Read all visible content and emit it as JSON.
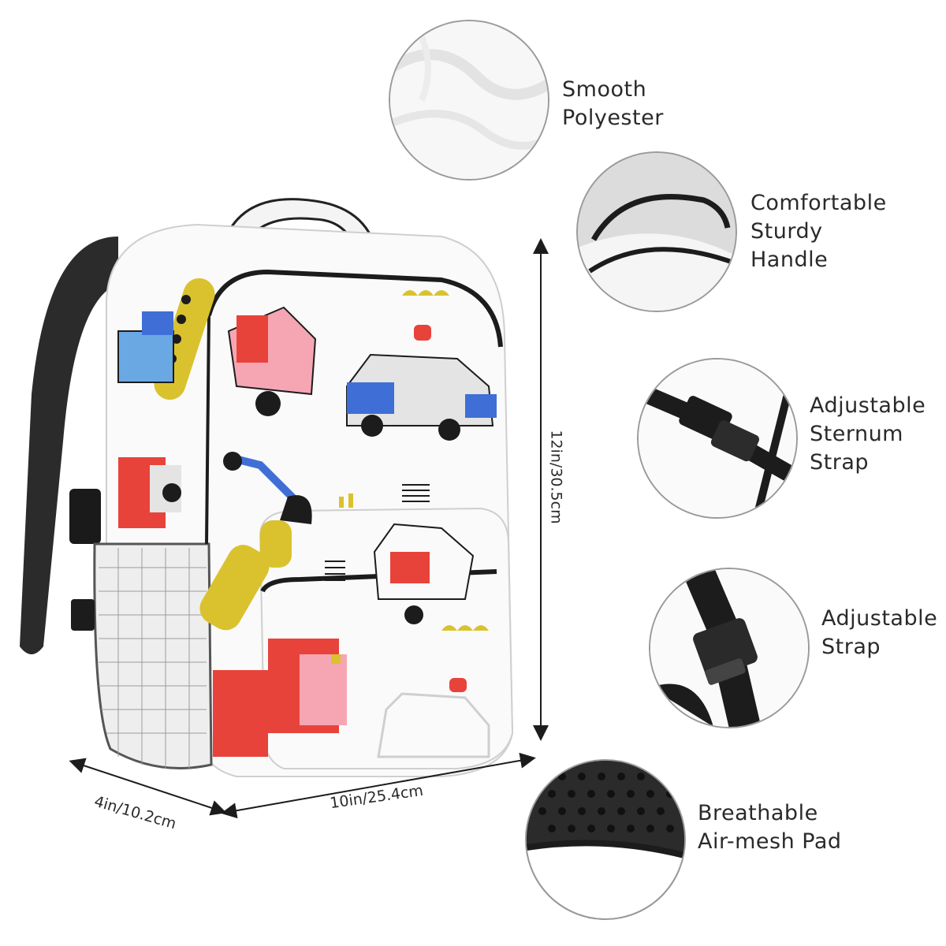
{
  "features": [
    {
      "lines": [
        "Smooth",
        "Polyester"
      ],
      "icon": "polyester-fabric-closeup"
    },
    {
      "lines": [
        "Comfortable",
        "Sturdy",
        "Handle"
      ],
      "icon": "handle-closeup"
    },
    {
      "lines": [
        "Adjustable",
        "Sternum",
        "Strap"
      ],
      "icon": "sternum-buckle-closeup"
    },
    {
      "lines": [
        "Adjustable",
        "Strap"
      ],
      "icon": "strap-buckle-closeup"
    },
    {
      "lines": [
        "Breathable",
        "Air-mesh Pad"
      ],
      "icon": "air-mesh-closeup"
    }
  ],
  "dimensions": {
    "height": "12in/30.5cm",
    "width": "10in/25.4cm",
    "depth": "4in/10.2cm"
  },
  "colors": {
    "red": "#e8433a",
    "pink": "#f6a6b2",
    "blue": "#3f6fd6",
    "yellow": "#d9c22e",
    "black": "#1c1c1c",
    "gray": "#cfcfcf"
  }
}
